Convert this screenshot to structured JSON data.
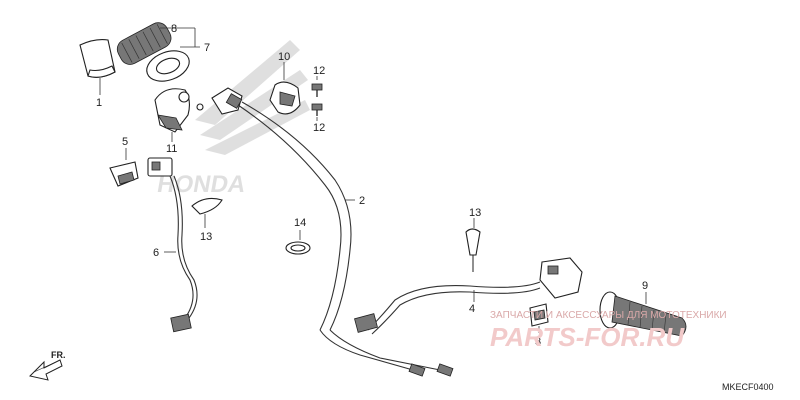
{
  "callouts": {
    "p1": "1",
    "p2": "2",
    "p3": "3",
    "p4": "4",
    "p5": "5",
    "p6": "6",
    "p7": "7",
    "p8": "8",
    "p9": "9",
    "p10": "10",
    "p11": "11",
    "p12a": "12",
    "p12b": "12",
    "p13a": "13",
    "p13b": "13",
    "p14": "14"
  },
  "direction_label": "FR.",
  "diagram_code": "MKECF0400",
  "watermark": {
    "caption": "ЗАПЧАСТИ И АКСЕССУАРЫ ДЛЯ МОТОТЕХНИКИ",
    "logo": "PARTS-FOR.RU"
  },
  "brand_watermark": "HONDA",
  "colors": {
    "ink": "#222222",
    "watermark": "#e8b4b4",
    "background": "#ffffff"
  }
}
